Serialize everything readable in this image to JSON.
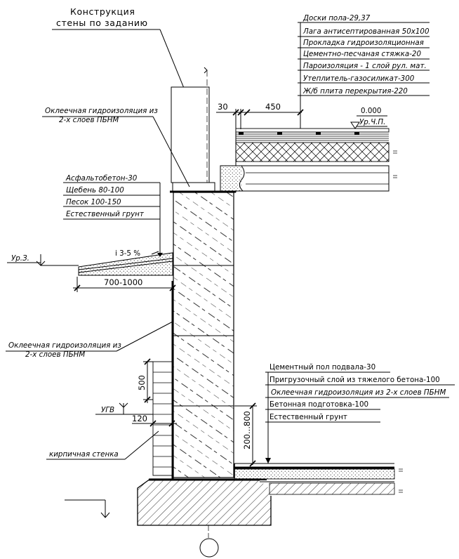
{
  "title": {
    "line1": "Конструкция",
    "line2": "стены по заданию"
  },
  "floor_layers": [
    "Доски пола-29,37",
    "Лага антисептированная 50х100",
    "Прокладка гидроизоляционная",
    "Цементно-песчаная стяжка-20",
    "Пароизоляция - 1 слой рул. мат.",
    "Утеплитель-газосиликат-300",
    "Ж/б плита перекрытия-220"
  ],
  "upper_waterproofing": {
    "line1": "Оклеечная гидроизоляция из",
    "line2": "2-х слоев ПБНМ"
  },
  "blind_area_layers": [
    "Асфальтобетон-30",
    "Щебень 80-100",
    "Песок 100-150",
    "Естественный грунт"
  ],
  "lower_waterproofing": {
    "line1": "Оклеечная гидроизоляция из",
    "line2": "2-х слоев ПБНМ"
  },
  "basement_layers": [
    "Цементный пол подвала-30",
    "Пригрузочный слой из тяжелого бетона-100",
    "Оклеечная гидроизоляция из 2-х слоев ПБНМ",
    "Бетонная подготовка-100",
    "Естественный грунт"
  ],
  "labels": {
    "brick_wall": "кирпичная стенка",
    "ground_level": "Ур.З.",
    "floor_level": "Ур.Ч.П.",
    "floor_elevation": "0.000",
    "groundwater_level": "УГВ",
    "slope": "i 3-5 %"
  },
  "dimensions": {
    "d30": "30",
    "d450": "450",
    "blind_area_width": "700-1000",
    "d500": "500",
    "d120": "120",
    "d200_800": "200...800"
  }
}
